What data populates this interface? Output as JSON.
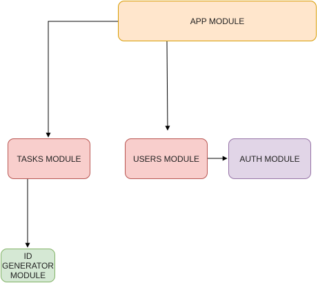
{
  "diagram": {
    "nodes": {
      "app_module": {
        "label": "APP MODULE",
        "fill": "#ffe6cc",
        "stroke": "#d79b00"
      },
      "tasks_module": {
        "label": "TASKS MODULE",
        "fill": "#f8cecc",
        "stroke": "#b85450"
      },
      "users_module": {
        "label": "USERS MODULE",
        "fill": "#f8cecc",
        "stroke": "#b85450"
      },
      "auth_module": {
        "label": "AUTH MODULE",
        "fill": "#e1d5e7",
        "stroke": "#9673a6"
      },
      "id_generator_module": {
        "label": "ID\nGENERATOR\nMODULE",
        "fill": "#d5e8d4",
        "stroke": "#82b366"
      }
    },
    "edges": [
      {
        "from": "app_module",
        "to": "tasks_module"
      },
      {
        "from": "app_module",
        "to": "users_module"
      },
      {
        "from": "users_module",
        "to": "auth_module"
      },
      {
        "from": "tasks_module",
        "to": "id_generator_module"
      }
    ],
    "edge_color": "#000000"
  }
}
